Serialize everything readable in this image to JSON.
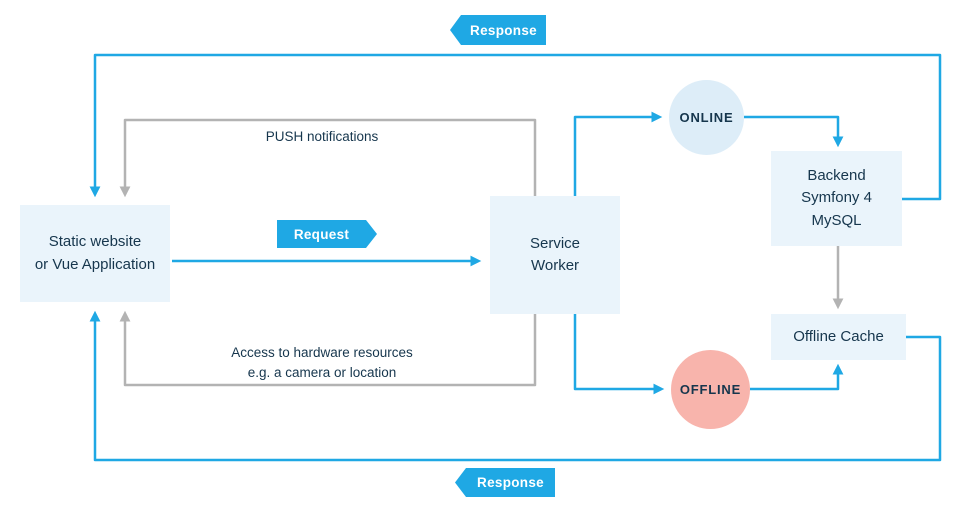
{
  "colors": {
    "blue": "#1FA8E4",
    "gray": "#B3B3B3",
    "box_fill": "#EAF4FB",
    "online_fill": "#DDEDF8",
    "offline_fill": "#F8B4AC",
    "text": "#16364D"
  },
  "nodes": {
    "static_site": {
      "label": "Static website\nor Vue Application"
    },
    "service_worker": {
      "label": "Service\nWorker"
    },
    "online": {
      "label": "ONLINE"
    },
    "offline": {
      "label": "OFFLINE"
    },
    "backend": {
      "label": "Backend\nSymfony 4\nMySQL"
    },
    "offline_cache": {
      "label": "Offline Cache"
    }
  },
  "labels": {
    "response_top": "Response",
    "response_bottom": "Response",
    "request": "Request",
    "push": "PUSH notifications",
    "hardware": "Access to hardware resources\ne.g. a camera or location"
  }
}
